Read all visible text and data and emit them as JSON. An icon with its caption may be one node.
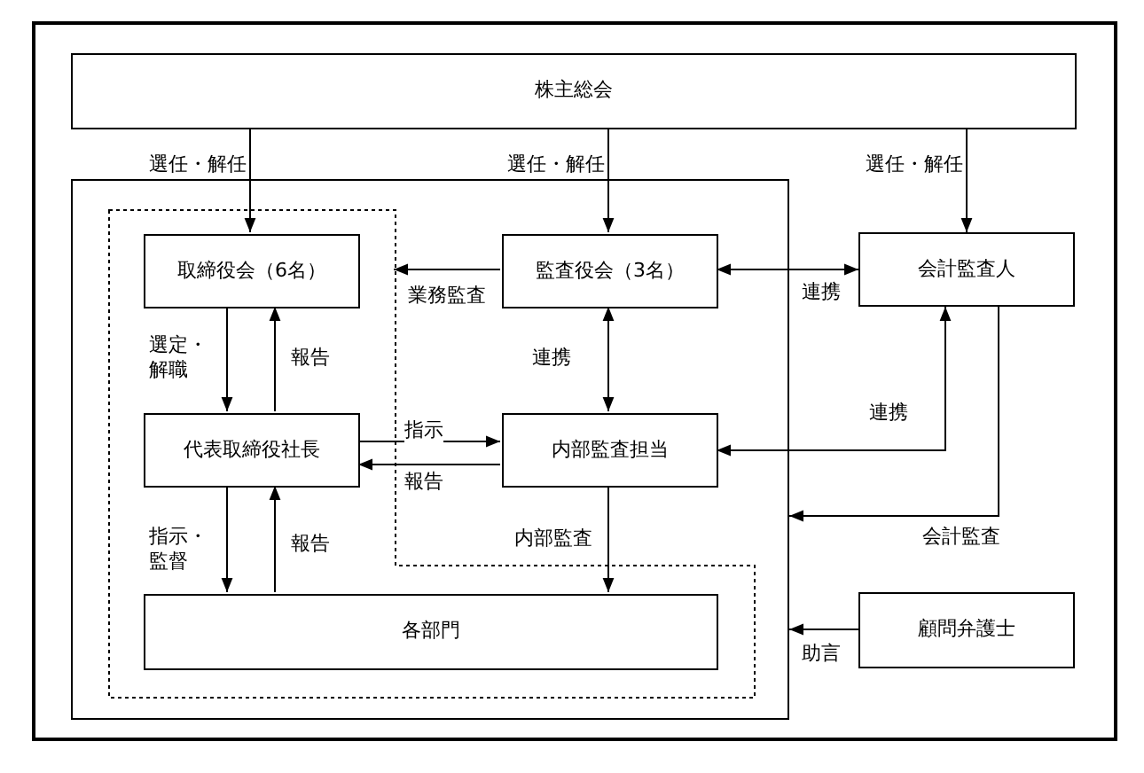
{
  "diagram": {
    "nodes": [
      {
        "text": [
          "株主総会"
        ]
      },
      {
        "text": [],
        "shape": "box"
      },
      {
        "text": [],
        "shape": "polygon",
        "in": 1
      },
      {
        "text": [
          "取締役会（6名）"
        ],
        "in": 2
      },
      {
        "text": [
          "監査役会（3名）"
        ],
        "in": 1
      },
      {
        "text": [
          "会計監査人"
        ]
      },
      {
        "text": [
          "代表取締役社長"
        ],
        "in": 2
      },
      {
        "text": [
          "内部監査担当"
        ],
        "in": 1
      },
      {
        "text": [
          "各部門"
        ],
        "in": 2
      },
      {
        "text": [
          "顧問弁護士"
        ]
      }
    ],
    "edges": [
      {
        "from": 0,
        "to": 3,
        "arrow": "to",
        "label": "選任・解任"
      },
      {
        "from": 0,
        "to": 4,
        "arrow": "to",
        "label": "選任・解任"
      },
      {
        "from": 0,
        "to": 5,
        "arrow": "to",
        "label": "選任・解任"
      },
      {
        "from": 4,
        "to": 2,
        "arrow": "to",
        "label": "業務監査"
      },
      {
        "from": 4,
        "to": 5,
        "arrow": "both",
        "label": "連携"
      },
      {
        "from": 3,
        "to": 6,
        "arrow": "to",
        "label": "選定・解職"
      },
      {
        "from": 6,
        "to": 3,
        "arrow": "to",
        "label": "報告"
      },
      {
        "from": 4,
        "to": 7,
        "arrow": "both",
        "label": "連携"
      },
      {
        "from": 6,
        "to": 7,
        "arrow": "to",
        "label": "指示"
      },
      {
        "from": 7,
        "to": 6,
        "arrow": "to",
        "label": "報告"
      },
      {
        "from": 7,
        "to": 5,
        "arrow": "both",
        "label": "連携"
      },
      {
        "from": 5,
        "to": 1,
        "arrow": "to",
        "label": "会計監査"
      },
      {
        "from": 6,
        "to": 8,
        "arrow": "to",
        "label": "指示・監督"
      },
      {
        "from": 8,
        "to": 6,
        "arrow": "to",
        "label": "報告"
      },
      {
        "from": 7,
        "to": 8,
        "arrow": "to",
        "label": "内部監査"
      },
      {
        "from": 9,
        "to": 1,
        "arrow": "to",
        "label": "助言"
      }
    ]
  }
}
